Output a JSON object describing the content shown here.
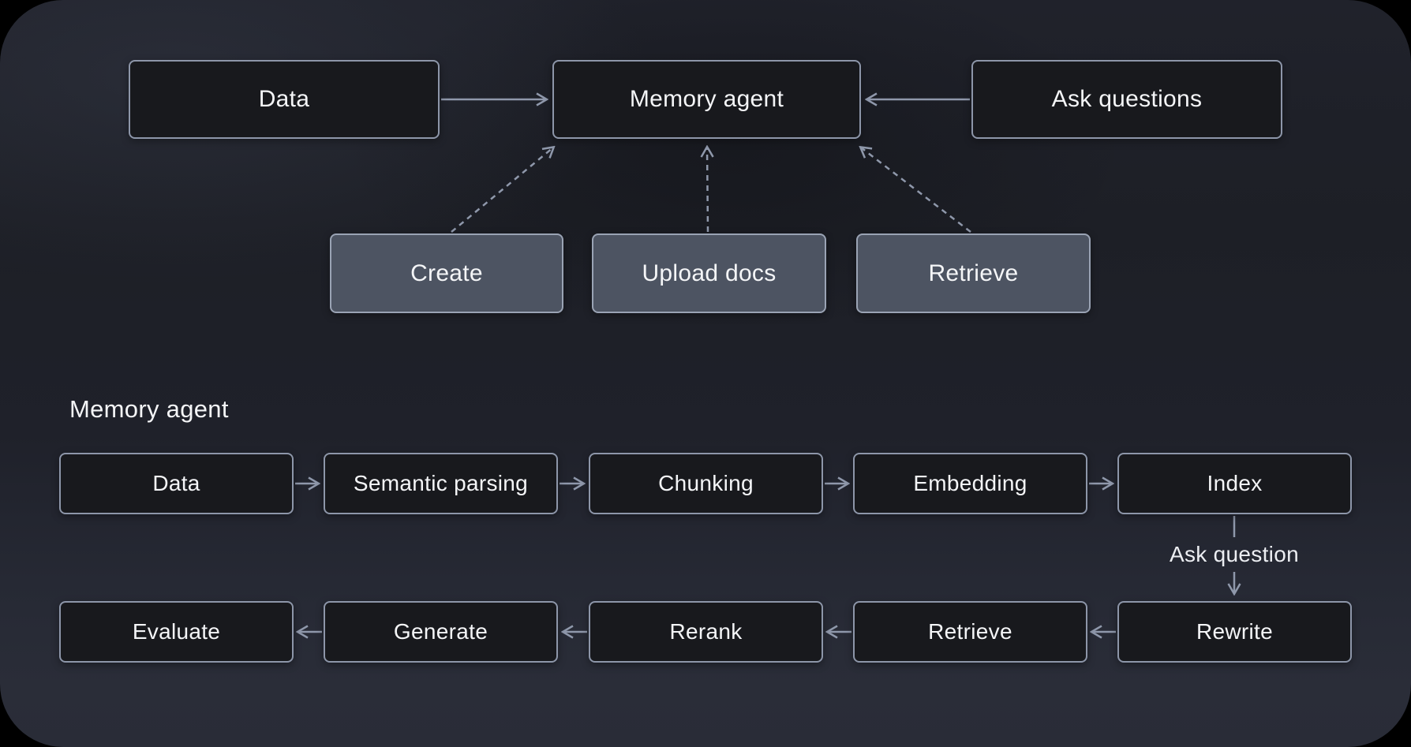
{
  "overview": {
    "nodes": {
      "data": "Data",
      "memory_agent": "Memory agent",
      "ask_questions": "Ask questions"
    },
    "operations": {
      "create": "Create",
      "upload_docs": "Upload docs",
      "retrieve": "Retrieve"
    },
    "edges": [
      {
        "from": "Data",
        "to": "Memory agent",
        "style": "solid"
      },
      {
        "from": "Ask questions",
        "to": "Memory agent",
        "style": "solid"
      },
      {
        "from": "Create",
        "to": "Memory agent",
        "style": "dashed"
      },
      {
        "from": "Upload docs",
        "to": "Memory agent",
        "style": "dashed"
      },
      {
        "from": "Retrieve",
        "to": "Memory agent",
        "style": "dashed"
      }
    ]
  },
  "detail": {
    "title": "Memory agent",
    "ingest_row": {
      "data": "Data",
      "semantic_parsing": "Semantic parsing",
      "chunking": "Chunking",
      "embedding": "Embedding",
      "index": "Index"
    },
    "branch_label": "Ask question",
    "answer_row": {
      "evaluate": "Evaluate",
      "generate": "Generate",
      "rerank": "Rerank",
      "retrieve": "Retrieve",
      "rewrite": "Rewrite"
    },
    "edges": [
      {
        "from": "Data",
        "to": "Semantic parsing",
        "style": "solid"
      },
      {
        "from": "Semantic parsing",
        "to": "Chunking",
        "style": "solid"
      },
      {
        "from": "Chunking",
        "to": "Embedding",
        "style": "solid"
      },
      {
        "from": "Embedding",
        "to": "Index",
        "style": "solid"
      },
      {
        "from": "Index",
        "to": "Rewrite",
        "style": "solid",
        "label": "Ask question"
      },
      {
        "from": "Rewrite",
        "to": "Retrieve",
        "style": "solid"
      },
      {
        "from": "Retrieve",
        "to": "Rerank",
        "style": "solid"
      },
      {
        "from": "Rerank",
        "to": "Generate",
        "style": "solid"
      },
      {
        "from": "Generate",
        "to": "Evaluate",
        "style": "solid"
      }
    ]
  },
  "colors": {
    "page_background": "#000000",
    "panel_background_top": "#1d1f26",
    "panel_background_bottom": "#2a2d38",
    "node_border": "#8d96a9",
    "node_fill_dark": "#18191d",
    "node_fill_gray": "#4d5462",
    "connector": "#8f98ab",
    "text": "#f4f5f7"
  }
}
